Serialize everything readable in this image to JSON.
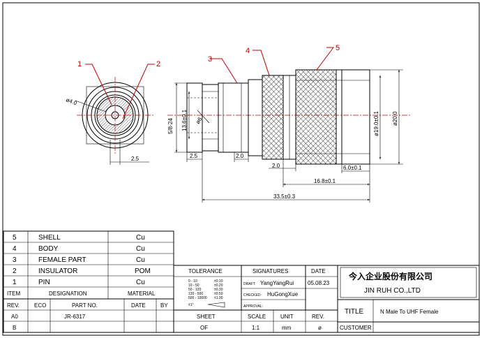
{
  "callouts": [
    "1",
    "2",
    "3",
    "4",
    "5"
  ],
  "dimensions": {
    "pin_dia": "ø4.0",
    "face_width": "2.5",
    "thread": "5/8-24",
    "body_dia": "13.6±0.1",
    "bore_dia": "ø6",
    "left_len": "2.5",
    "body_step": "2.0",
    "nut_step": "2.0",
    "knurl_dia": "ø19.0±0.1",
    "outer_dia": "ø20.0",
    "end_len": "6.0±0.1",
    "mid_len": "16.8±0.1",
    "total_len": "33.5±0.3"
  },
  "parts": [
    {
      "no": "5",
      "name": "SHELL",
      "material": "Cu"
    },
    {
      "no": "4",
      "name": "BODY",
      "material": "Cu"
    },
    {
      "no": "3",
      "name": "FEMALE PART",
      "material": "Cu"
    },
    {
      "no": "2",
      "name": "INSULATOR",
      "material": "POM"
    },
    {
      "no": "1",
      "name": "PIN",
      "material": "Cu"
    }
  ],
  "parts_header": {
    "item": "ITEM",
    "designation": "DESIGNATION",
    "material": "MATERIAL"
  },
  "revision": {
    "header": [
      "REV.",
      "ECO",
      "PART NO.",
      "DATE",
      "BY"
    ],
    "rows": [
      {
        "rev": "A0",
        "part_no": "JR-6317"
      },
      {
        "rev": "B",
        "part_no": ""
      }
    ]
  },
  "tolerance": {
    "title": "TOLERANCE",
    "ranges": [
      "0 - 10",
      "10 - 50",
      "50 - 120",
      "120 - 500",
      "500 - 10000"
    ],
    "values": [
      "±0.10",
      "±0.20",
      "±0.30",
      "±0.50",
      "±1.00"
    ],
    "angle": "±1°"
  },
  "signatures": {
    "title": "SIGNATURES",
    "draft_label": "DRAFT:",
    "draft": "YangYangRui",
    "checked_label": "CHECKED:",
    "checked": "HuGongXue",
    "approval_label": "APPROVAL:",
    "date_label": "DATE",
    "date": "05.08.23"
  },
  "company": {
    "name_cn": "今入企业股份有限公司",
    "name_en": "JIN RUH CO.,LTD"
  },
  "title_block": {
    "title_label": "TITLE",
    "title": "N Male To UHF Female",
    "customer_label": "CUSTOMER",
    "sheet_label": "SHEET",
    "sheet_of": "OF",
    "scale_label": "SCALE",
    "scale": "1:1",
    "unit_label": "UNIT",
    "unit": "mm",
    "rev_label": "REV.",
    "rev_symbol": "ø"
  },
  "colors": {
    "line": "#000000",
    "leader": "#c00000",
    "paper": "#ffffff"
  }
}
